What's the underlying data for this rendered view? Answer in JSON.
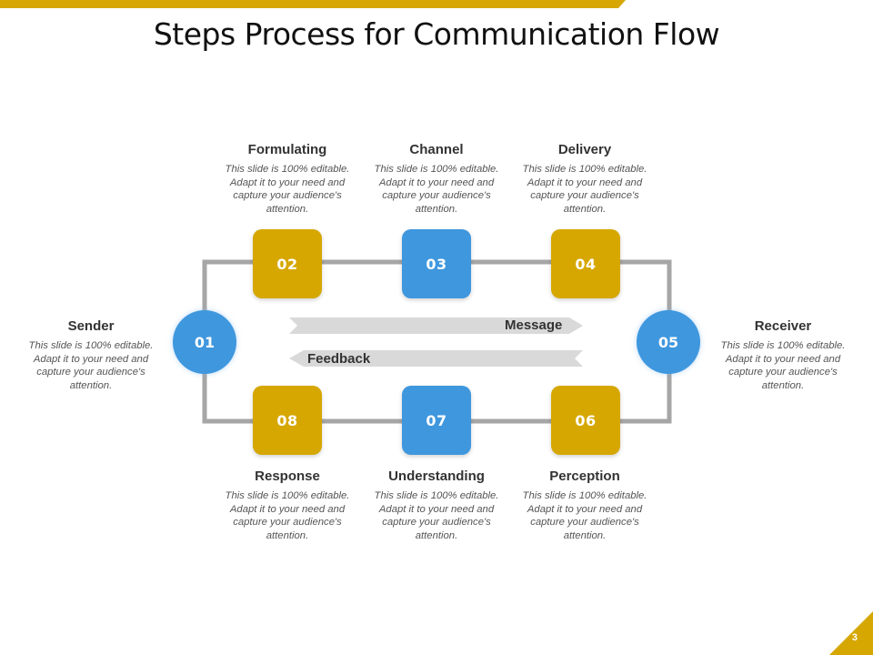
{
  "title": "Steps Process for Communication Flow",
  "colors": {
    "gold": "#D6A700",
    "blue": "#3F97DE",
    "connector": "#A6A6A6",
    "arrow": "#D9D9D9"
  },
  "steps": [
    {
      "number": "01",
      "label": "Sender",
      "description": "This slide is 100% editable. Adapt it to your need and capture your audience's attention.",
      "color": "blue",
      "shape": "circle"
    },
    {
      "number": "02",
      "label": "Formulating",
      "description": "This slide is 100% editable. Adapt it to your need and capture your audience's attention.",
      "color": "gold",
      "shape": "rounded-square"
    },
    {
      "number": "03",
      "label": "Channel",
      "description": "This slide is 100% editable. Adapt it to your need and capture your audience's attention.",
      "color": "blue",
      "shape": "rounded-square"
    },
    {
      "number": "04",
      "label": "Delivery",
      "description": "This slide is 100% editable. Adapt it to your need and capture your audience's attention.",
      "color": "gold",
      "shape": "rounded-square"
    },
    {
      "number": "05",
      "label": "Receiver",
      "description": "This slide is 100% editable. Adapt it to your need and capture your audience's attention.",
      "color": "blue",
      "shape": "circle"
    },
    {
      "number": "06",
      "label": "Perception",
      "description": "This slide is 100% editable. Adapt it to your need and capture your audience's attention.",
      "color": "gold",
      "shape": "rounded-square"
    },
    {
      "number": "07",
      "label": "Understanding",
      "description": "This slide is 100% editable. Adapt it to your need and capture your audience's attention.",
      "color": "blue",
      "shape": "rounded-square"
    },
    {
      "number": "08",
      "label": "Response",
      "description": "This slide is 100% editable. Adapt it to your need and capture your audience's attention.",
      "color": "gold",
      "shape": "rounded-square"
    }
  ],
  "arrows": {
    "message": "Message",
    "feedback": "Feedback"
  },
  "page_number": "3"
}
